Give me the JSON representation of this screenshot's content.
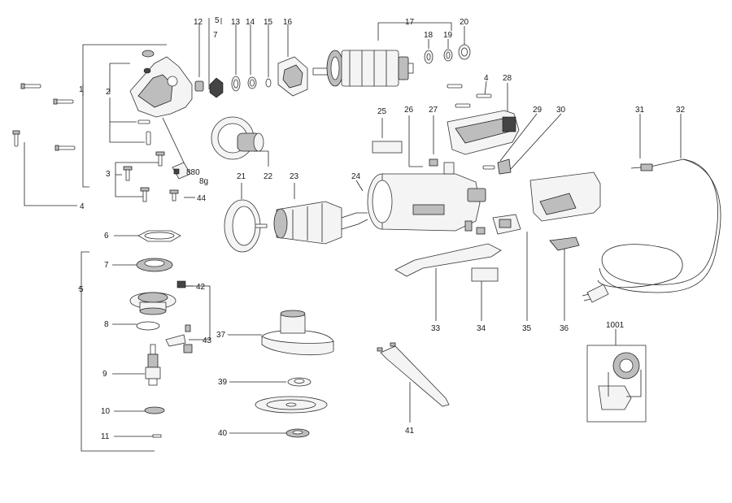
{
  "diagram": {
    "part_labels": [
      "1",
      "2",
      "3",
      "4",
      "4",
      "4",
      "5",
      "5",
      "6",
      "7",
      "7",
      "8",
      "9",
      "10",
      "11",
      "12",
      "13",
      "14",
      "15",
      "16",
      "17",
      "18",
      "19",
      "20",
      "21",
      "22",
      "23",
      "24",
      "25",
      "26",
      "27",
      "28",
      "29",
      "30",
      "31",
      "32",
      "33",
      "34",
      "35",
      "36",
      "37",
      "39",
      "40",
      "41",
      "42",
      "43",
      "44",
      "1001"
    ],
    "annotations": {
      "grease_code": "880",
      "grease_amount": "8g"
    }
  }
}
